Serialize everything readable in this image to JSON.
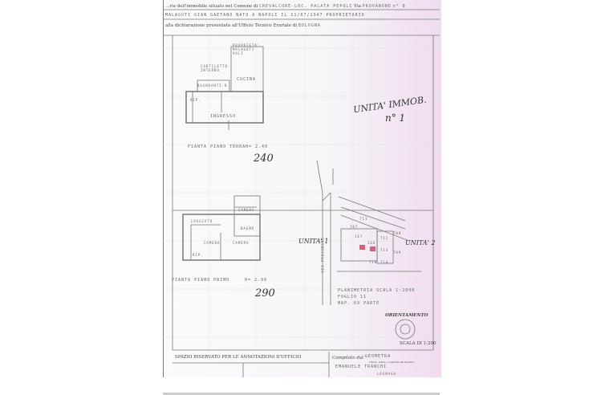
{
  "header": {
    "line1_label": "...ria dell'immobile situato nel Comune di",
    "comune": "CREVALCORE-LOC. PALATA PEPOLI",
    "via_label": "Via",
    "via": "PROVANONE",
    "number": "n° 8",
    "line2": "MALAGUTI GIAN GAETANO   NATO A NAPOLI  IL 11/07/1947   PROPRIETARIO",
    "line3_label": "alla dichiarazione presentata all'Ufficio Tecnico Erariale di",
    "ufficio": "BOLOGNA"
  },
  "ground_floor": {
    "labels": [
      "PROPRIETA' MALAGUTI VOLI",
      "CORTILETTO INTERNO",
      "CUCINA",
      "BAGNO",
      "ANTI-B.",
      "INGRESSO",
      "RIP."
    ],
    "title": "PIANTA PIANO TERRA",
    "height": "H= 2.40",
    "handwritten": "240"
  },
  "unit_note": {
    "line1": "UNITA' IMMOB.",
    "line2": "n° 1"
  },
  "first_floor": {
    "labels": [
      "CAMERA",
      "LOGGIATO",
      "BAGNO",
      "CAMERA",
      "CAMERA",
      "RIP."
    ],
    "title": "PIANTA PIANO PRIMO",
    "height": "H= 2.90",
    "handwritten": "290"
  },
  "site_plan": {
    "unit1": "UNITA' 1",
    "unit2": "UNITA' 2",
    "street": "VIA PROVANONE",
    "parcels": [
      "711",
      "707",
      "708",
      "712",
      "713",
      "709",
      "710",
      "714",
      "167",
      "166"
    ],
    "title": "PLANIMETRIA  SCALA 1:2000",
    "foglio": "FOGLIO 11",
    "mappale": "MAP. 69 PARTE"
  },
  "orientation": {
    "label": "ORIENTAMENTO",
    "scale": "SCALA DI 1:200"
  },
  "footer": {
    "office": "SPAZIO RISERVATO PER LE ANNOTAZIONI D'UFFICIO",
    "compiled_label": "Compilato dal",
    "title": "GEOMETRA",
    "hint": "(Titolo, nome e cognome del tecnico)",
    "name": "EMANUELE TRANCHI",
    "extra": "LEGNAGO"
  }
}
